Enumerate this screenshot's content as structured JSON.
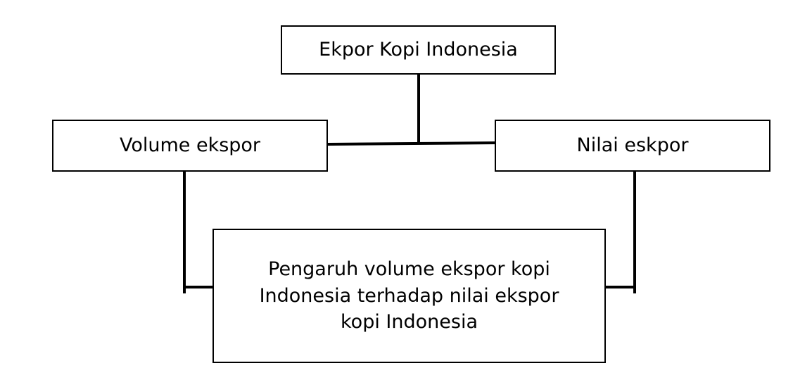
{
  "diagram": {
    "nodes": {
      "top": "Ekpor Kopi Indonesia",
      "left": "Volume ekspor",
      "right": "Nilai eskpor",
      "bottom": "Pengaruh volume ekspor kopi Indonesia terhadap nilai ekspor kopi Indonesia"
    },
    "colors": {
      "line": "#000000",
      "box_border": "#000000",
      "background": "#ffffff"
    }
  }
}
